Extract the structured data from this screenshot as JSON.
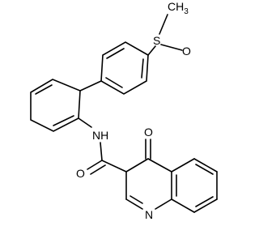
{
  "molecule": {
    "atoms": {
      "methyl": "CH3",
      "sulfur": "S",
      "sulfoxide_oxygen": "O",
      "amide_nitrogen": "NH",
      "amide_oxygen": "O",
      "ketone_oxygen": "O",
      "ring_nitrogen": "N"
    },
    "colors": {
      "bond": "#000000",
      "text": "#000000",
      "background": "#ffffff"
    }
  }
}
